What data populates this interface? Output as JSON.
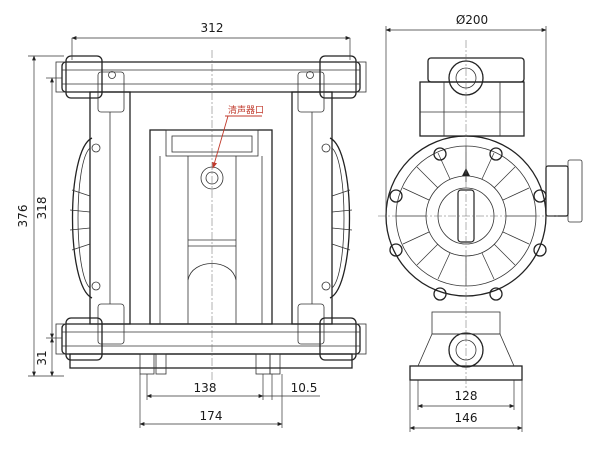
{
  "drawing": {
    "front_view": {
      "overall_width": "312",
      "overall_height": "376",
      "port_height": "318",
      "base_height": "31",
      "mount_spacing": "138",
      "mount_slot": "10.5",
      "base_width": "174",
      "callout": "清声器口"
    },
    "side_view": {
      "diameter": "Ø200",
      "base_inner": "128",
      "base_outer": "146"
    },
    "colors": {
      "callout": "#c0392b",
      "line": "#222222"
    }
  }
}
